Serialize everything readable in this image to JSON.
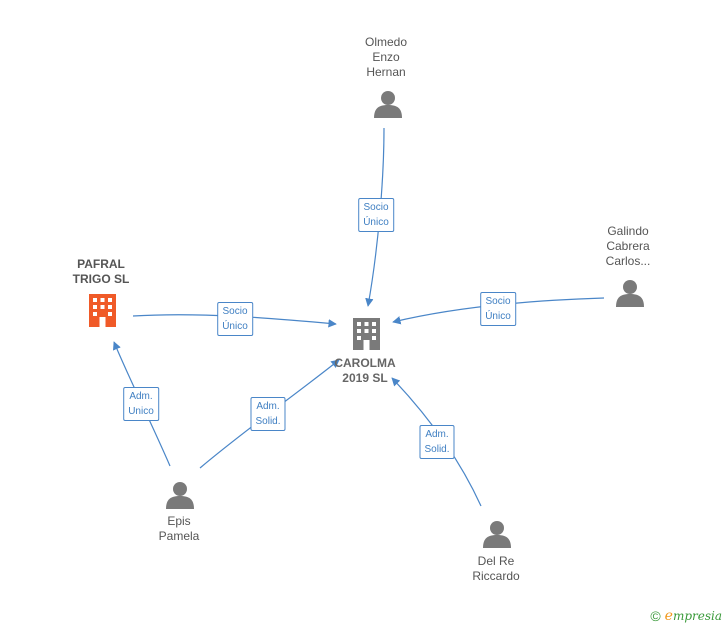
{
  "colors": {
    "edge": "#4a86c8",
    "person": "#7a7a7a",
    "company": "#7a7a7a",
    "company_highlight": "#f05a28"
  },
  "nodes": {
    "carolma": {
      "line1": "CAROLMA",
      "line2": "2019  SL",
      "icon": "building-icon"
    },
    "pafral": {
      "line1": "PAFRAL",
      "line2": "TRIGO  SL",
      "icon": "building-icon"
    },
    "olmedo": {
      "line1": "Olmedo",
      "line2": "Enzo",
      "line3": "Hernan",
      "icon": "person-icon"
    },
    "galindo": {
      "line1": "Galindo",
      "line2": "Cabrera",
      "line3": "Carlos...",
      "icon": "person-icon"
    },
    "epis": {
      "line1": "Epis",
      "line2": "Pamela",
      "icon": "person-icon"
    },
    "delre": {
      "line1": "Del Re",
      "line2": "Riccardo",
      "icon": "person-icon"
    }
  },
  "edges": {
    "olmedo_carolma": {
      "line1": "Socio",
      "line2": "Único"
    },
    "galindo_carolma": {
      "line1": "Socio",
      "line2": "Único"
    },
    "pafral_carolma": {
      "line1": "Socio",
      "line2": "Único"
    },
    "epis_pafral": {
      "line1": "Adm.",
      "line2": "Unico"
    },
    "epis_carolma": {
      "line1": "Adm.",
      "line2": "Solid."
    },
    "delre_carolma": {
      "line1": "Adm.",
      "line2": "Solid."
    }
  },
  "footer": {
    "copyright": "©",
    "brand_initial": "e",
    "brand_rest": "mpresia"
  }
}
